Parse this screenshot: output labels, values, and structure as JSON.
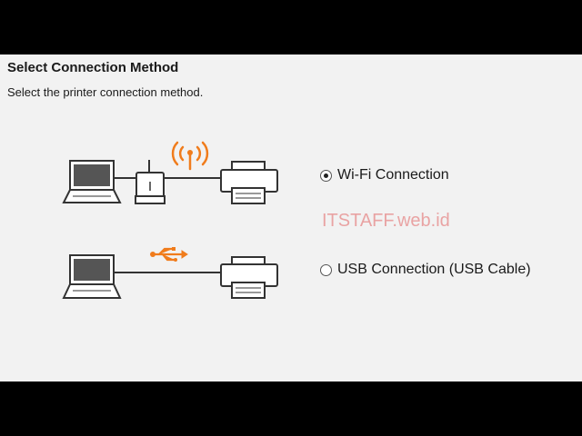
{
  "dialog": {
    "title": "Select Connection Method",
    "subtitle": "Select the printer connection method."
  },
  "options": [
    {
      "label": "Wi-Fi Connection",
      "selected": true
    },
    {
      "label": "USB Connection (USB Cable)",
      "selected": false
    }
  ],
  "watermark": "ITSTAFF.web.id",
  "icons": [
    "laptop-icon",
    "wireless-router-icon",
    "wifi-signal-icon",
    "printer-icon",
    "usb-icon"
  ],
  "colors": {
    "accent": "#f07c1c",
    "background": "#f2f2f2"
  }
}
